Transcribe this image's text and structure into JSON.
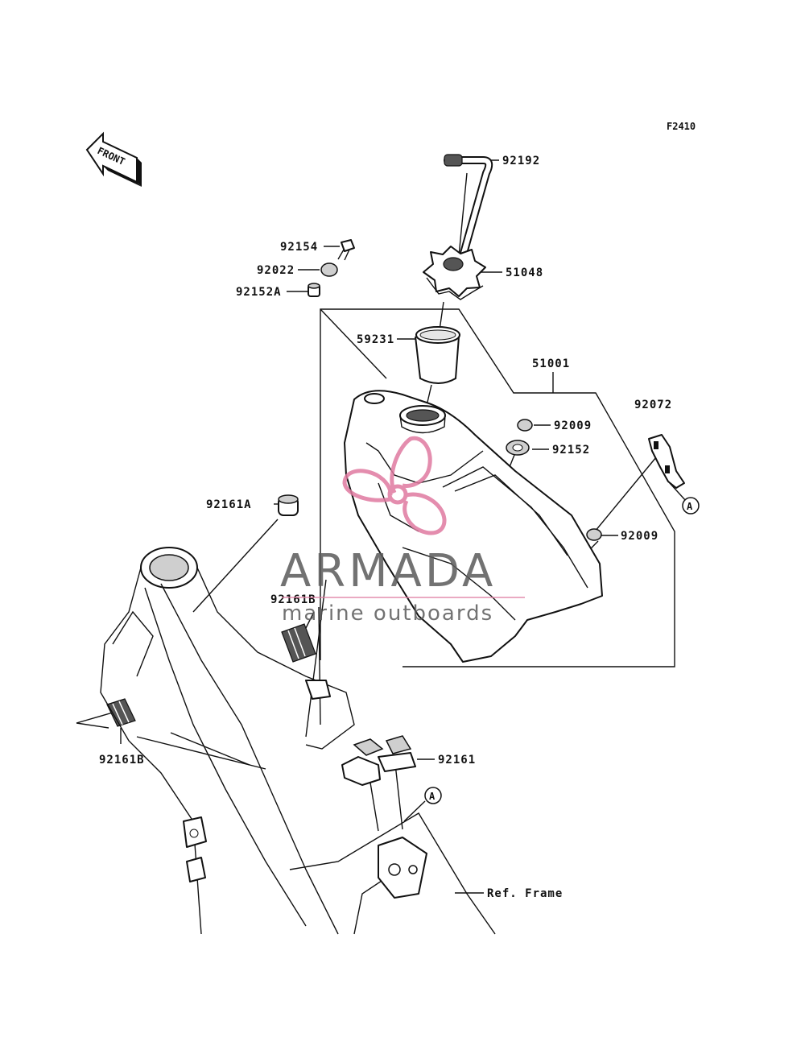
{
  "figure_code": "F2410",
  "front_label": "FRONT",
  "callouts": {
    "p92192": "92192",
    "p92154": "92154",
    "p92022": "92022",
    "p92152A": "92152A",
    "p51048": "51048",
    "p59231": "59231",
    "p51001": "51001",
    "p92072": "92072",
    "p92009a": "92009",
    "p92152": "92152",
    "p92161A": "92161A",
    "p92009b": "92009",
    "p92161B_top": "92161B",
    "p92161B_left": "92161B",
    "p92161": "92161",
    "ref_frame": "Ref. Frame",
    "ref_A1": "A",
    "ref_A2": "A"
  },
  "watermark": {
    "brand": "ARMADA",
    "tagline": "marine outboards",
    "logo_color": "#e07aa0",
    "text_color": "#5a5a5a"
  }
}
